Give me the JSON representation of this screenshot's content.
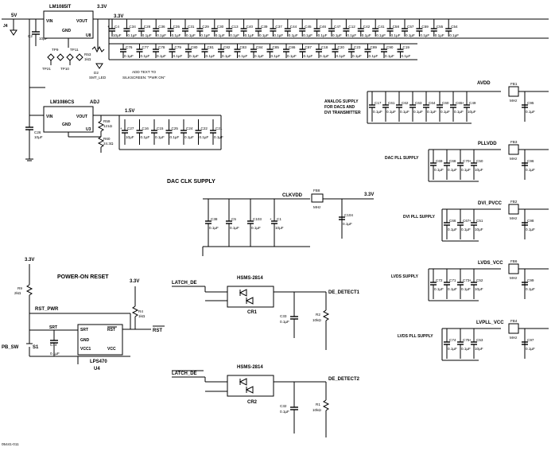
{
  "figure_id": "05441-011",
  "nets": {
    "v5": "5V",
    "v33": "3.3V",
    "v15": "1.5V",
    "adj": "ADJ",
    "j4": "J4",
    "clkvdd": "CLKVDD",
    "avdd": "AVDD",
    "pllvdd": "PLLVDD",
    "dvi_pvcc": "DVI_PVCC",
    "lvds_vcc": "LVDS_VCC",
    "lvpll_vcc": "LVPLL_VCC",
    "rst_pwr": "RST_PWR",
    "rst": "RST",
    "latch_de": "LATCH_DE",
    "latch_de_bar": "LATCH_DE",
    "de_detect1": "DE_DETECT1",
    "de_detect2": "DE_DETECT2",
    "pb_sw": "PB_SW"
  },
  "regulators": {
    "u8": {
      "part": "LM1085IT",
      "ref": "U8",
      "vin": "VIN",
      "vout": "VOUT",
      "gnd": "GND",
      "out_net": "3.3V"
    },
    "u3": {
      "part": "LM1086CS",
      "ref": "U3",
      "vin": "VIN",
      "vout": "VOUT",
      "gnd": "GND",
      "out_net": "ADJ"
    }
  },
  "labels": {
    "analog_supply": [
      "ANALOG SUPPLY",
      "FOR DACS AND",
      "DVI TRANSMITTER"
    ],
    "dac_clk_supply": "DAC CLK SUPPLY",
    "dac_pll_supply": "DAC PLL SUPPLY",
    "dvi_pll_supply": "DVI PLL SUPPLY",
    "lvds_supply": "LVDS SUPPLY",
    "lvds_pll_supply": "LVDS PLL SUPPLY",
    "power_on_reset": "POWER-ON RESET",
    "add_text": [
      "ADD TEXT TO",
      "SILKSCREEN: \"PWR ON\""
    ]
  },
  "top_caps_row1": [
    "C4",
    "C34",
    "C28",
    "C36",
    "C35",
    "C31",
    "C29",
    "C30",
    "C13",
    "C40",
    "C39",
    "C37",
    "C44",
    "C45",
    "C46",
    "C47",
    "C12",
    "C42",
    "C41",
    "C58",
    "C57",
    "C59",
    "C55",
    "C54"
  ],
  "top_caps_row2": [
    "C76",
    "C77",
    "C78",
    "C79",
    "C80",
    "C81",
    "C82",
    "C83",
    "C84",
    "C85",
    "C86",
    "C87",
    "C18",
    "C20",
    "C23",
    "C89",
    "C90",
    "C19"
  ],
  "cap_value_01": "0.1µF",
  "cap_value_10": "10µF",
  "parts": {
    "c2": "C2",
    "c26": "C26",
    "r53": "R53",
    "r53_val": "1kΩ",
    "d2": "D2",
    "d2_val": "SMT_LED",
    "tp9": "TP9",
    "tp11": "TP11",
    "tp21": "TP21",
    "tp10": "TP10",
    "r59": "R59",
    "r59_val": "121Ω",
    "r60": "R60",
    "r60_val": "24.3Ω",
    "u3_caps": [
      "C27",
      "C16",
      "C15",
      "C25",
      "C24",
      "C22",
      "C21"
    ],
    "clk_caps": [
      "C38",
      "C5",
      "C103",
      "C1",
      "C104"
    ],
    "fb8": "FB8",
    "fb1": "FB1",
    "fb3": "FB3",
    "fb2": "FB2",
    "fb6": "FB6",
    "fb4": "FB4",
    "mhz": "MHz",
    "analog_caps": [
      "C17",
      "C61",
      "C62",
      "C63",
      "C64",
      "C60",
      "C65",
      "C49",
      "C95"
    ],
    "dacpll_caps": [
      "C69",
      "C68",
      "C70",
      "C50",
      "C96"
    ],
    "dvipll_caps": [
      "C66",
      "C67",
      "C51",
      "C98"
    ],
    "lvds_caps": [
      "C72",
      "C71",
      "C73",
      "C52",
      "C99"
    ],
    "lvpll_caps": [
      "C74",
      "C75",
      "C53",
      "C97"
    ],
    "r9": "R9",
    "r9_val": "2kΩ",
    "r4": "R4",
    "r4_val": "1kΩ",
    "c14": "C14",
    "s1": "S1",
    "u4_part": "LPS470",
    "u4_ref": "U4",
    "u4_pins": [
      "SRT",
      "GND",
      "VCC1",
      "RST",
      "VCC",
      "SRT"
    ],
    "cr1_part": "HSMS-2814",
    "cr1": "CR1",
    "cr2_part": "HSMS-2814",
    "cr2": "CR2",
    "c33": "C33",
    "c32": "C32",
    "r2": "R2",
    "r1": "R1",
    "r_val": "10kΩ"
  }
}
